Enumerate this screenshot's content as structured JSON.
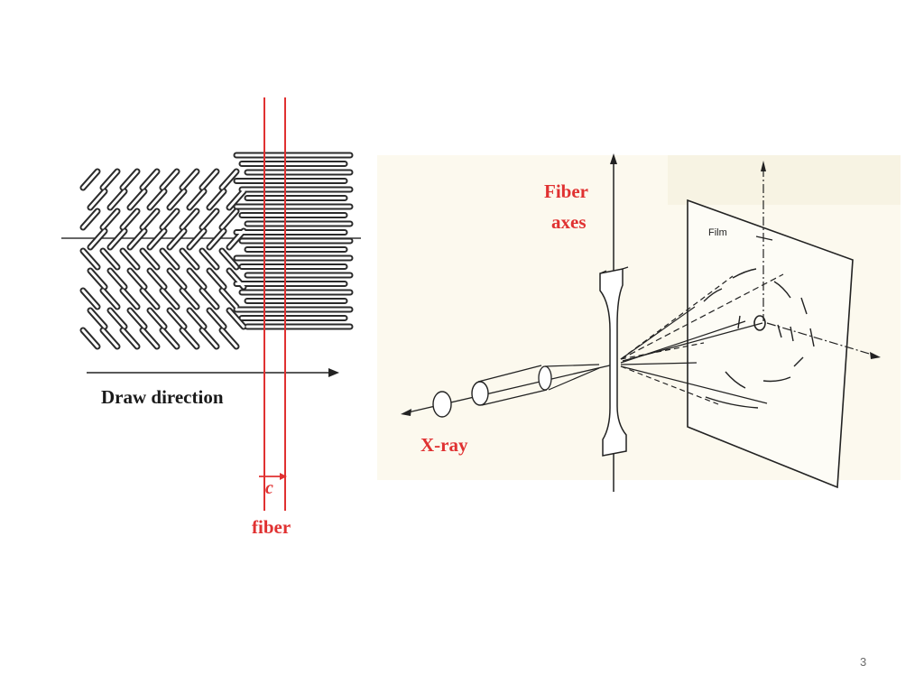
{
  "slide": {
    "page_number": "3",
    "colors": {
      "red": "#e03131",
      "ink": "#222222",
      "panel": "#fbf8ec"
    }
  },
  "left_figure": {
    "draw_direction_label": "Draw direction",
    "c_label": "c",
    "fiber_label": "fiber"
  },
  "right_figure": {
    "fiber_axes_label_line1": "Fiber",
    "fiber_axes_label_line2": "axes",
    "xray_label": "X-ray",
    "film_label": "Film"
  }
}
